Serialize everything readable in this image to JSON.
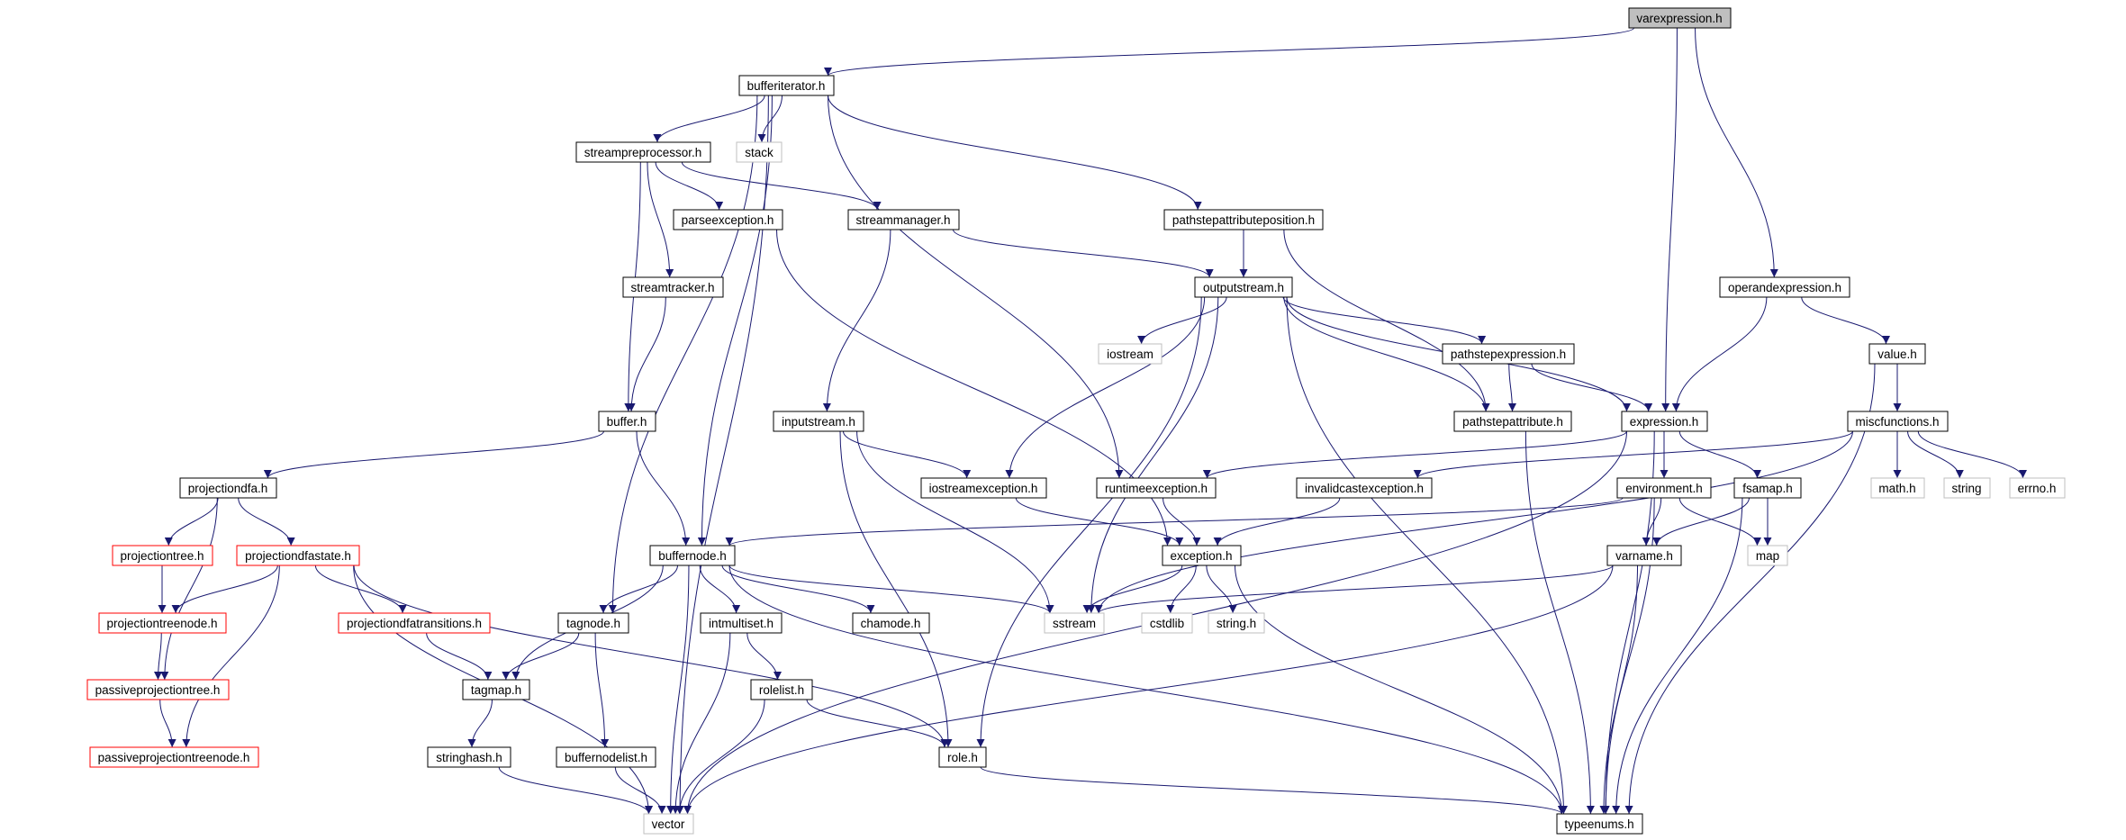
{
  "colors": {
    "edge": "#191970",
    "border_normal": "#000000",
    "border_truncated": "#ff0000",
    "border_external": "#bfbfbf",
    "fill_root": "#bfbfbf",
    "fill_normal": "#ffffff",
    "text": "#000000"
  },
  "nodes": [
    {
      "id": "varexpression",
      "label": "varexpression.h",
      "kind": "root"
    },
    {
      "id": "bufferiterator",
      "label": "bufferiterator.h",
      "kind": "normal"
    },
    {
      "id": "stack",
      "label": "stack",
      "kind": "external"
    },
    {
      "id": "streampreprocessor",
      "label": "streampreprocessor.h",
      "kind": "normal"
    },
    {
      "id": "parseexception",
      "label": "parseexception.h",
      "kind": "normal"
    },
    {
      "id": "streammanager",
      "label": "streammanager.h",
      "kind": "normal"
    },
    {
      "id": "pathstepattributeposition",
      "label": "pathstepattributeposition.h",
      "kind": "normal"
    },
    {
      "id": "streamtracker",
      "label": "streamtracker.h",
      "kind": "normal"
    },
    {
      "id": "outputstream",
      "label": "outputstream.h",
      "kind": "normal"
    },
    {
      "id": "operandexpression",
      "label": "operandexpression.h",
      "kind": "normal"
    },
    {
      "id": "iostream",
      "label": "iostream",
      "kind": "external"
    },
    {
      "id": "pathstepexpression",
      "label": "pathstepexpression.h",
      "kind": "normal"
    },
    {
      "id": "value",
      "label": "value.h",
      "kind": "normal"
    },
    {
      "id": "buffer",
      "label": "buffer.h",
      "kind": "normal"
    },
    {
      "id": "inputstream",
      "label": "inputstream.h",
      "kind": "normal"
    },
    {
      "id": "pathstepattribute",
      "label": "pathstepattribute.h",
      "kind": "normal"
    },
    {
      "id": "expression",
      "label": "expression.h",
      "kind": "normal"
    },
    {
      "id": "miscfunctions",
      "label": "miscfunctions.h",
      "kind": "normal"
    },
    {
      "id": "projectiondfa",
      "label": "projectiondfa.h",
      "kind": "normal"
    },
    {
      "id": "iostreamexception",
      "label": "iostreamexception.h",
      "kind": "normal"
    },
    {
      "id": "runtimeexception",
      "label": "runtimeexception.h",
      "kind": "normal"
    },
    {
      "id": "invalidcastexception",
      "label": "invalidcastexception.h",
      "kind": "normal"
    },
    {
      "id": "environment",
      "label": "environment.h",
      "kind": "normal"
    },
    {
      "id": "fsamap",
      "label": "fsamap.h",
      "kind": "normal"
    },
    {
      "id": "mathh",
      "label": "math.h",
      "kind": "external"
    },
    {
      "id": "string",
      "label": "string",
      "kind": "external"
    },
    {
      "id": "errnoh",
      "label": "errno.h",
      "kind": "external"
    },
    {
      "id": "projectiontree",
      "label": "projectiontree.h",
      "kind": "truncated"
    },
    {
      "id": "projectiondfastate",
      "label": "projectiondfastate.h",
      "kind": "truncated"
    },
    {
      "id": "buffernode",
      "label": "buffernode.h",
      "kind": "normal"
    },
    {
      "id": "exception",
      "label": "exception.h",
      "kind": "normal"
    },
    {
      "id": "varname",
      "label": "varname.h",
      "kind": "normal"
    },
    {
      "id": "map",
      "label": "map",
      "kind": "external"
    },
    {
      "id": "projectiontreenode",
      "label": "projectiontreenode.h",
      "kind": "truncated"
    },
    {
      "id": "projectiondfatransitions",
      "label": "projectiondfatransitions.h",
      "kind": "truncated"
    },
    {
      "id": "tagnode",
      "label": "tagnode.h",
      "kind": "normal"
    },
    {
      "id": "intmultiset",
      "label": "intmultiset.h",
      "kind": "normal"
    },
    {
      "id": "chamode",
      "label": "chamode.h",
      "kind": "normal"
    },
    {
      "id": "sstream",
      "label": "sstream",
      "kind": "external"
    },
    {
      "id": "cstdlib",
      "label": "cstdlib",
      "kind": "external"
    },
    {
      "id": "stringh",
      "label": "string.h",
      "kind": "external"
    },
    {
      "id": "passiveprojectiontree",
      "label": "passiveprojectiontree.h",
      "kind": "truncated"
    },
    {
      "id": "tagmap",
      "label": "tagmap.h",
      "kind": "normal"
    },
    {
      "id": "rolelist",
      "label": "rolelist.h",
      "kind": "normal"
    },
    {
      "id": "passiveprojectiontreenode",
      "label": "passiveprojectiontreenode.h",
      "kind": "truncated"
    },
    {
      "id": "stringhash",
      "label": "stringhash.h",
      "kind": "normal"
    },
    {
      "id": "buffernodelist",
      "label": "buffernodelist.h",
      "kind": "normal"
    },
    {
      "id": "role",
      "label": "role.h",
      "kind": "normal"
    },
    {
      "id": "vector",
      "label": "vector",
      "kind": "external"
    },
    {
      "id": "typeenums",
      "label": "typeenums.h",
      "kind": "normal"
    }
  ],
  "edges": [
    [
      "varexpression",
      "bufferiterator"
    ],
    [
      "varexpression",
      "expression"
    ],
    [
      "varexpression",
      "operandexpression"
    ],
    [
      "bufferiterator",
      "vector"
    ],
    [
      "bufferiterator",
      "stack"
    ],
    [
      "bufferiterator",
      "streampreprocessor"
    ],
    [
      "bufferiterator",
      "tagnode"
    ],
    [
      "bufferiterator",
      "buffernode"
    ],
    [
      "bufferiterator",
      "runtimeexception"
    ],
    [
      "bufferiterator",
      "pathstepattributeposition"
    ],
    [
      "streampreprocessor",
      "parseexception"
    ],
    [
      "streampreprocessor",
      "streammanager"
    ],
    [
      "streampreprocessor",
      "streamtracker"
    ],
    [
      "streampreprocessor",
      "buffer"
    ],
    [
      "parseexception",
      "exception"
    ],
    [
      "streammanager",
      "inputstream"
    ],
    [
      "streammanager",
      "outputstream"
    ],
    [
      "streamtracker",
      "buffer"
    ],
    [
      "pathstepattributeposition",
      "outputstream"
    ],
    [
      "pathstepattributeposition",
      "pathstepattribute"
    ],
    [
      "outputstream",
      "iostream"
    ],
    [
      "outputstream",
      "sstream"
    ],
    [
      "outputstream",
      "iostreamexception"
    ],
    [
      "outputstream",
      "role"
    ],
    [
      "outputstream",
      "typeenums"
    ],
    [
      "outputstream",
      "pathstepexpression"
    ],
    [
      "outputstream",
      "pathstepattribute"
    ],
    [
      "outputstream",
      "expression"
    ],
    [
      "operandexpression",
      "expression"
    ],
    [
      "operandexpression",
      "value"
    ],
    [
      "pathstepexpression",
      "pathstepattribute"
    ],
    [
      "pathstepexpression",
      "expression"
    ],
    [
      "value",
      "miscfunctions"
    ],
    [
      "value",
      "typeenums"
    ],
    [
      "buffer",
      "projectiondfa"
    ],
    [
      "buffer",
      "buffernode"
    ],
    [
      "inputstream",
      "iostreamexception"
    ],
    [
      "inputstream",
      "sstream"
    ],
    [
      "inputstream",
      "role"
    ],
    [
      "pathstepattribute",
      "typeenums"
    ],
    [
      "expression",
      "runtimeexception"
    ],
    [
      "expression",
      "environment"
    ],
    [
      "expression",
      "fsamap"
    ],
    [
      "expression",
      "vector"
    ],
    [
      "expression",
      "typeenums"
    ],
    [
      "miscfunctions",
      "invalidcastexception"
    ],
    [
      "miscfunctions",
      "sstream"
    ],
    [
      "miscfunctions",
      "mathh"
    ],
    [
      "miscfunctions",
      "string"
    ],
    [
      "miscfunctions",
      "errnoh"
    ],
    [
      "projectiondfa",
      "projectiontree"
    ],
    [
      "projectiondfa",
      "projectiondfastate"
    ],
    [
      "projectiondfa",
      "passiveprojectiontree"
    ],
    [
      "iostreamexception",
      "exception"
    ],
    [
      "runtimeexception",
      "exception"
    ],
    [
      "invalidcastexception",
      "exception"
    ],
    [
      "environment",
      "buffernode"
    ],
    [
      "environment",
      "varname"
    ],
    [
      "environment",
      "map"
    ],
    [
      "environment",
      "typeenums"
    ],
    [
      "fsamap",
      "varname"
    ],
    [
      "fsamap",
      "map"
    ],
    [
      "fsamap",
      "typeenums"
    ],
    [
      "projectiontree",
      "projectiontreenode"
    ],
    [
      "projectiondfastate",
      "projectiontreenode"
    ],
    [
      "projectiondfastate",
      "projectiondfatransitions"
    ],
    [
      "projectiondfastate",
      "passiveprojectiontreenode"
    ],
    [
      "projectiondfastate",
      "vector"
    ],
    [
      "projectiondfastate",
      "role"
    ],
    [
      "buffernode",
      "tagnode"
    ],
    [
      "buffernode",
      "tagmap"
    ],
    [
      "buffernode",
      "intmultiset"
    ],
    [
      "buffernode",
      "chamode"
    ],
    [
      "buffernode",
      "sstream"
    ],
    [
      "buffernode",
      "vector"
    ],
    [
      "buffernode",
      "typeenums"
    ],
    [
      "exception",
      "sstream"
    ],
    [
      "exception",
      "cstdlib"
    ],
    [
      "exception",
      "stringh"
    ],
    [
      "exception",
      "typeenums"
    ],
    [
      "varname",
      "sstream"
    ],
    [
      "varname",
      "typeenums"
    ],
    [
      "varname",
      "vector"
    ],
    [
      "projectiontreenode",
      "passiveprojectiontree"
    ],
    [
      "projectiondfatransitions",
      "tagmap"
    ],
    [
      "tagnode",
      "tagmap"
    ],
    [
      "tagnode",
      "buffernodelist"
    ],
    [
      "intmultiset",
      "rolelist"
    ],
    [
      "intmultiset",
      "vector"
    ],
    [
      "passiveprojectiontree",
      "passiveprojectiontreenode"
    ],
    [
      "tagmap",
      "stringhash"
    ],
    [
      "rolelist",
      "role"
    ],
    [
      "rolelist",
      "vector"
    ],
    [
      "stringhash",
      "vector"
    ],
    [
      "buffernodelist",
      "vector"
    ],
    [
      "role",
      "typeenums"
    ]
  ]
}
